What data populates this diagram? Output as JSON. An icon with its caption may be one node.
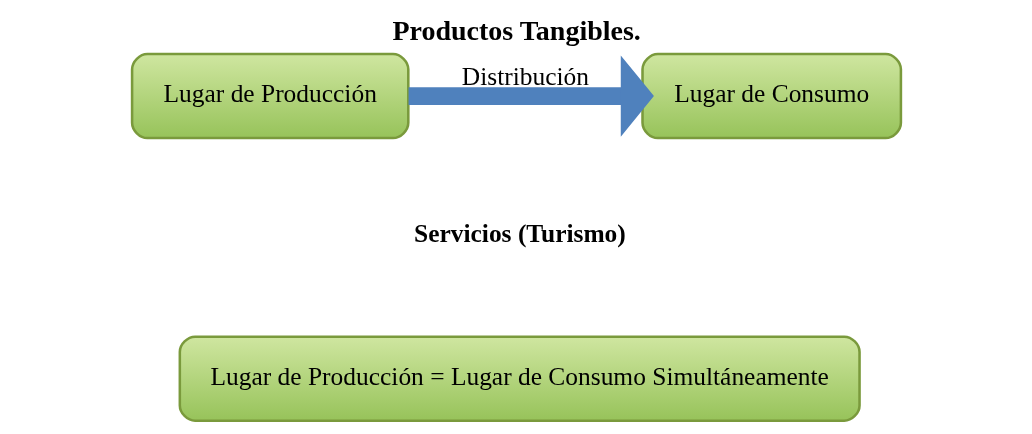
{
  "diagram": {
    "title": "Productos Tangibles.",
    "nodes": [
      {
        "text": [
          "Lugar de Producción"
        ]
      },
      {
        "text": [
          "Lugar de Consumo"
        ]
      },
      {
        "text": [
          "Lugar de Producción = Lugar de Consumo Simultáneamente"
        ]
      }
    ],
    "edges": [
      {
        "from": 0,
        "to": 1,
        "arrow": "to",
        "label": "Distribución"
      }
    ],
    "labels": [
      "Servicios (Turismo)"
    ]
  }
}
